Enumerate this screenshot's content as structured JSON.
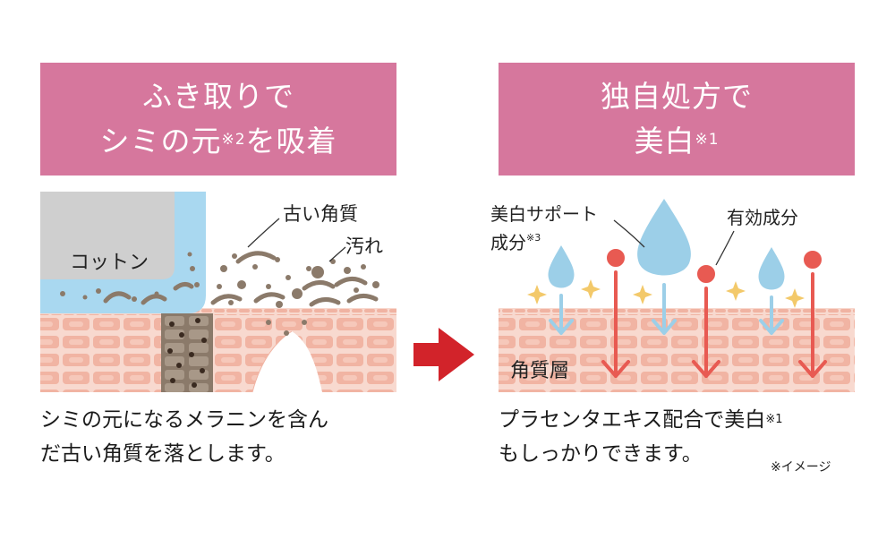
{
  "left_panel": {
    "banner_line1": "ふき取りで",
    "banner_line2_main": "シミの元",
    "banner_line2_note": "※2",
    "banner_line2_end": "を吸着",
    "cotton_label": "コットン",
    "old_keratin_label": "古い角質",
    "dirt_label": "汚れ",
    "caption_line1": "シミの元になるメラニンを含ん",
    "caption_line2": "だ古い角質を落とします。"
  },
  "right_panel": {
    "banner_line1": "独自処方で",
    "banner_line2_main": "美白",
    "banner_line2_note": "※1",
    "support_label_line1": "美白サポート",
    "support_label_line2": "成分",
    "support_label_note": "※3",
    "active_label": "有効成分",
    "stratum_label": "角質層",
    "caption_line1_main": "プラセンタエキス配合で美白",
    "caption_line1_note": "※1",
    "caption_line2": "もしっかりできます。",
    "image_note": "※イメージ"
  },
  "colors": {
    "banner_pink": "#d6779d",
    "skin_pink": "#f8d9cf",
    "cell_pink": "#f1b4a3",
    "arrow_red": "#d2232a",
    "drop_blue": "#9ccfe8",
    "ingredient_red": "#e85a52",
    "cotton_gray": "#cfcfcf",
    "cotton_blue": "#a9d8f0",
    "melanin_brown": "#8b7a6a"
  }
}
